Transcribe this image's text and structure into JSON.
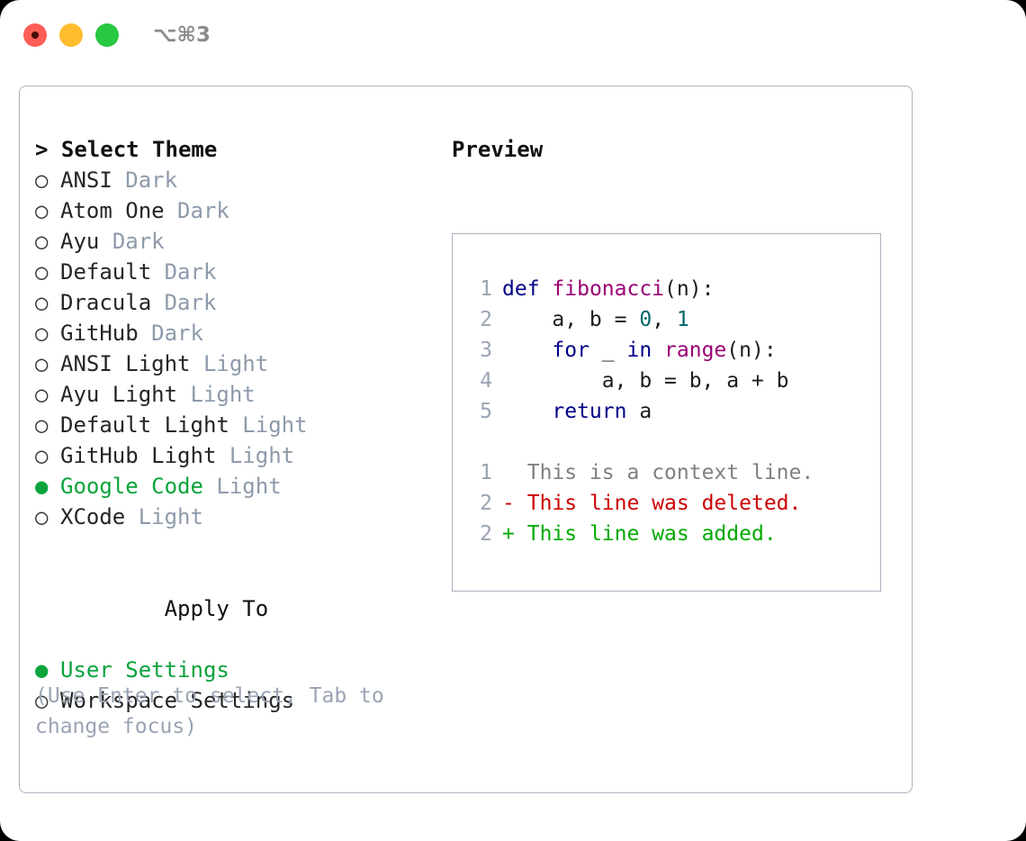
{
  "window": {
    "traffic_lights": [
      "close",
      "minimize",
      "maximize"
    ],
    "shortcut": "⌥⌘3"
  },
  "colors": {
    "selected_green": "#0aa33c",
    "suffix_gray": "#8e9aab",
    "hint_gray": "#9aa4b4",
    "border": "#aab3c0",
    "light_red": "#ff5f57",
    "light_yellow": "#ffbd2e",
    "light_green": "#28c840",
    "kw_blue": "#000088",
    "fn_purple": "#990073",
    "num_teal": "#006666",
    "diff_del_red": "#cc0000",
    "diff_add_green": "#00aa00"
  },
  "theme_picker": {
    "header": "> Select Theme",
    "items": [
      {
        "marker": "○",
        "label": "ANSI",
        "suffix": "Dark",
        "selected": false
      },
      {
        "marker": "○",
        "label": "Atom One",
        "suffix": "Dark",
        "selected": false
      },
      {
        "marker": "○",
        "label": "Ayu",
        "suffix": "Dark",
        "selected": false
      },
      {
        "marker": "○",
        "label": "Default",
        "suffix": "Dark",
        "selected": false
      },
      {
        "marker": "○",
        "label": "Dracula",
        "suffix": "Dark",
        "selected": false
      },
      {
        "marker": "○",
        "label": "GitHub",
        "suffix": "Dark",
        "selected": false
      },
      {
        "marker": "○",
        "label": "ANSI Light",
        "suffix": "Light",
        "selected": false
      },
      {
        "marker": "○",
        "label": "Ayu Light",
        "suffix": "Light",
        "selected": false
      },
      {
        "marker": "○",
        "label": "Default Light",
        "suffix": "Light",
        "selected": false
      },
      {
        "marker": "○",
        "label": "GitHub Light",
        "suffix": "Light",
        "selected": false
      },
      {
        "marker": "●",
        "label": "Google Code",
        "suffix": "Light",
        "selected": true
      },
      {
        "marker": "○",
        "label": "XCode",
        "suffix": "Light",
        "selected": false
      }
    ]
  },
  "apply_to": {
    "header": "Apply To",
    "items": [
      {
        "marker": "●",
        "label": "User Settings",
        "selected": true
      },
      {
        "marker": "○",
        "label": "Workspace Settings",
        "selected": false
      }
    ]
  },
  "hint": "(Use Enter to select, Tab to change focus)",
  "preview": {
    "title": "Preview",
    "code_lines": [
      {
        "lineno": "1",
        "tokens": [
          {
            "t": "def",
            "c": "kw"
          },
          {
            "t": " ",
            "c": "pl"
          },
          {
            "t": "fibonacci",
            "c": "fn"
          },
          {
            "t": "(n):",
            "c": "pl"
          }
        ]
      },
      {
        "lineno": "2",
        "tokens": [
          {
            "t": "    a, b = ",
            "c": "pl"
          },
          {
            "t": "0",
            "c": "num"
          },
          {
            "t": ", ",
            "c": "pl"
          },
          {
            "t": "1",
            "c": "num"
          }
        ]
      },
      {
        "lineno": "3",
        "tokens": [
          {
            "t": "    ",
            "c": "pl"
          },
          {
            "t": "for",
            "c": "kw"
          },
          {
            "t": " _ ",
            "c": "pl"
          },
          {
            "t": "in",
            "c": "kw"
          },
          {
            "t": " ",
            "c": "pl"
          },
          {
            "t": "range",
            "c": "fn"
          },
          {
            "t": "(n):",
            "c": "pl"
          }
        ]
      },
      {
        "lineno": "4",
        "tokens": [
          {
            "t": "        a, b = b, a + b",
            "c": "pl"
          }
        ]
      },
      {
        "lineno": "5",
        "tokens": [
          {
            "t": "    ",
            "c": "pl"
          },
          {
            "t": "return",
            "c": "kw"
          },
          {
            "t": " a",
            "c": "pl"
          }
        ]
      }
    ],
    "diff_lines": [
      {
        "lineno": "1",
        "marker": " ",
        "text": "This is a context line.",
        "kind": "ctx"
      },
      {
        "lineno": "2",
        "marker": "-",
        "text": "This line was deleted.",
        "kind": "del"
      },
      {
        "lineno": "2",
        "marker": "+",
        "text": "This line was added.",
        "kind": "add"
      }
    ]
  }
}
